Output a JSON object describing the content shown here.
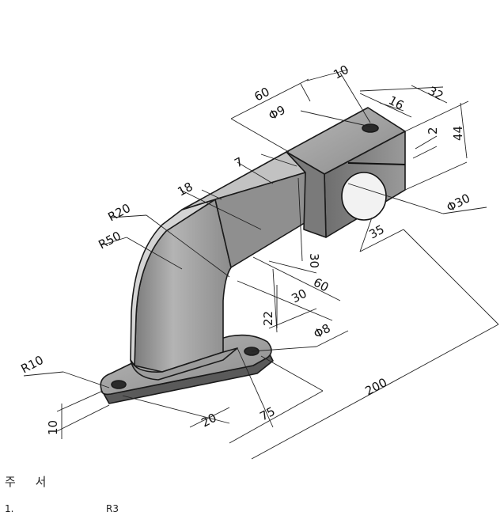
{
  "dimensions": {
    "d60_top": "60",
    "d10_top": "10",
    "d32": "32",
    "d16": "16",
    "dia9": "Φ9",
    "d2": "2",
    "d44": "44",
    "d7": "7",
    "d18": "18",
    "r20": "R20",
    "r50": "R50",
    "dia30": "Φ30",
    "d35": "35",
    "d30_vert": "30",
    "d60_mid": "60",
    "d30_mid": "30",
    "d22": "22",
    "dia8": "Φ8",
    "r10": "R10",
    "d200": "200",
    "d10_left": "10",
    "d20": "20",
    "d75": "75"
  },
  "notes": {
    "title": "주 서",
    "item_number": "1.",
    "item_text": "R3"
  }
}
